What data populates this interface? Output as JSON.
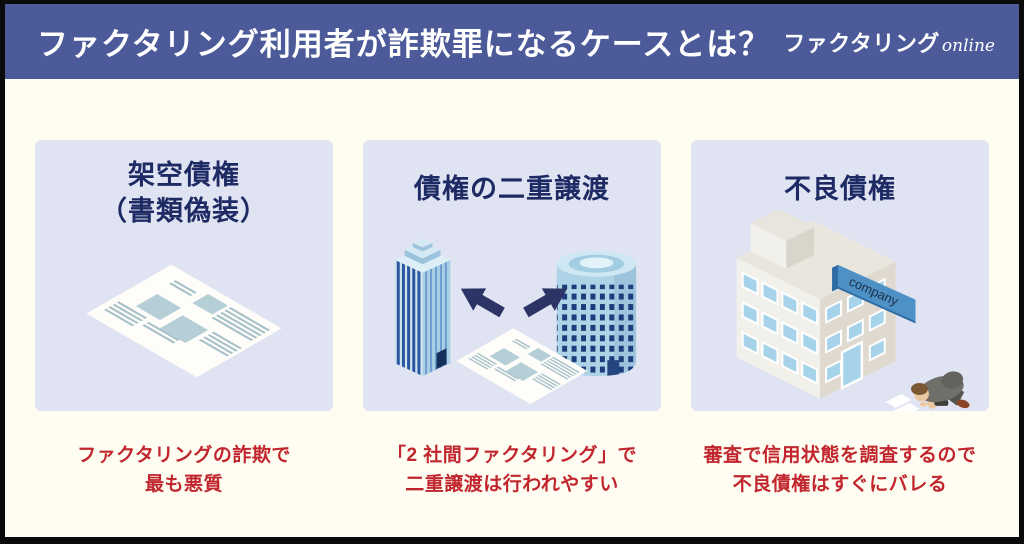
{
  "header": {
    "title": "ファクタリング利用者が詐欺罪になるケースとは？",
    "logo_brand": "ファクタリング",
    "logo_suffix": "online"
  },
  "cards": [
    {
      "title_lines": [
        "架空債権",
        "（書類偽装）"
      ],
      "illustration": "forged-document-illustration",
      "caption_lines": [
        "ファクタリングの詐欺で",
        "最も悪質"
      ]
    },
    {
      "title_lines": [
        "債権の二重譲渡"
      ],
      "illustration": "double-assignment-illustration",
      "caption_lines": [
        "「2 社間ファクタリング」で",
        "二重譲渡は行われやすい"
      ]
    },
    {
      "title_lines": [
        "不良債権"
      ],
      "illustration": "bad-debt-illustration",
      "sign_label": "company",
      "caption_lines": [
        "審査で信用状態を調査するので",
        "不良債権はすぐにバレる"
      ]
    }
  ],
  "colors": {
    "frame": "#0a0a0a",
    "header_bg": "#4d5a99",
    "page_bg": "#fffdf2",
    "card_bg": "#e0e4f2",
    "title_navy": "#1d2a64",
    "caption_red": "#c1262e",
    "arrow_navy": "#2b3464",
    "building_blue_light": "#aed3e6",
    "building_blue_dark": "#2a55a0",
    "sign_blue": "#4e91c6",
    "doc_block_teal": "#b6cfd7"
  }
}
